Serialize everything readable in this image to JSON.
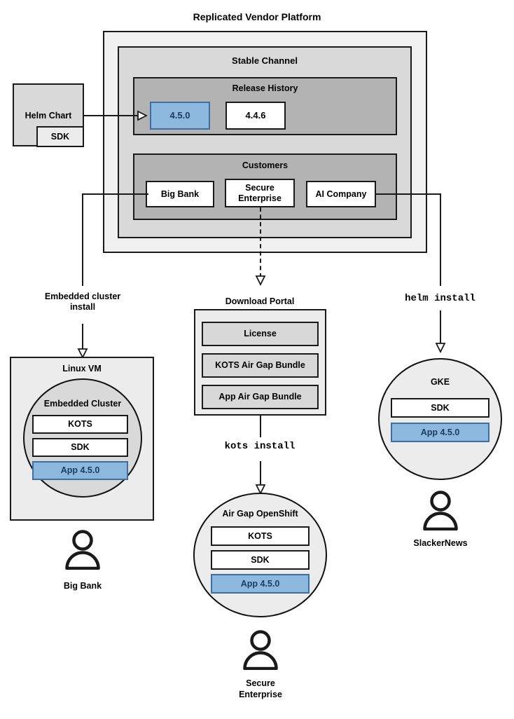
{
  "diagram": {
    "title": "Replicated Vendor Platform",
    "platform": {
      "channel_label": "Stable Channel",
      "release_history": {
        "label": "Release History",
        "releases": [
          {
            "version": "4.5.0",
            "highlighted": true
          },
          {
            "version": "4.4.6",
            "highlighted": false
          }
        ]
      },
      "customers": {
        "label": "Customers",
        "items": [
          {
            "name": "Big Bank"
          },
          {
            "name": "Secure Enterprise"
          },
          {
            "name": "AI Company"
          }
        ]
      }
    },
    "helm_chart": {
      "label": "Helm Chart",
      "sdk_label": "SDK"
    },
    "edges": {
      "embedded_cluster_install": "Embedded cluster\ninstall",
      "embedded_cluster_install_line1": "Embedded cluster",
      "embedded_cluster_install_line2": "install",
      "kots_install": "kots install",
      "helm_install": "helm install"
    },
    "download_portal": {
      "label": "Download Portal",
      "items": [
        "License",
        "KOTS Air Gap Bundle",
        "App Air Gap Bundle"
      ]
    },
    "targets": [
      {
        "id": "linux-vm",
        "label": "Linux VM",
        "inner_label": "Embedded Cluster",
        "components": [
          {
            "name": "KOTS",
            "highlighted": false
          },
          {
            "name": "SDK",
            "highlighted": false
          },
          {
            "name": "App 4.5.0",
            "highlighted": true
          }
        ],
        "customer": "Big Bank"
      },
      {
        "id": "air-gap-openshift",
        "label": "Air Gap OpenShift",
        "components": [
          {
            "name": "KOTS",
            "highlighted": false
          },
          {
            "name": "SDK",
            "highlighted": false
          },
          {
            "name": "App 4.5.0",
            "highlighted": true
          }
        ],
        "customer_line1": "Secure",
        "customer_line2": "Enterprise"
      },
      {
        "id": "gke",
        "label": "GKE",
        "components": [
          {
            "name": "SDK",
            "highlighted": false
          },
          {
            "name": "App 4.5.0",
            "highlighted": true
          }
        ],
        "customer": "SlackerNews"
      }
    ],
    "colors": {
      "accent_blue_fill": "#8cb8dd",
      "accent_blue_border": "#3d6fa5",
      "accent_blue_text": "#1c3d63",
      "level1_gray": "#f0f0f0",
      "level2_gray": "#d9d9d9",
      "level3_gray": "#b3b3b3",
      "portal_item_gray": "#d8d8d8",
      "stroke": "#1a1a1a"
    }
  }
}
